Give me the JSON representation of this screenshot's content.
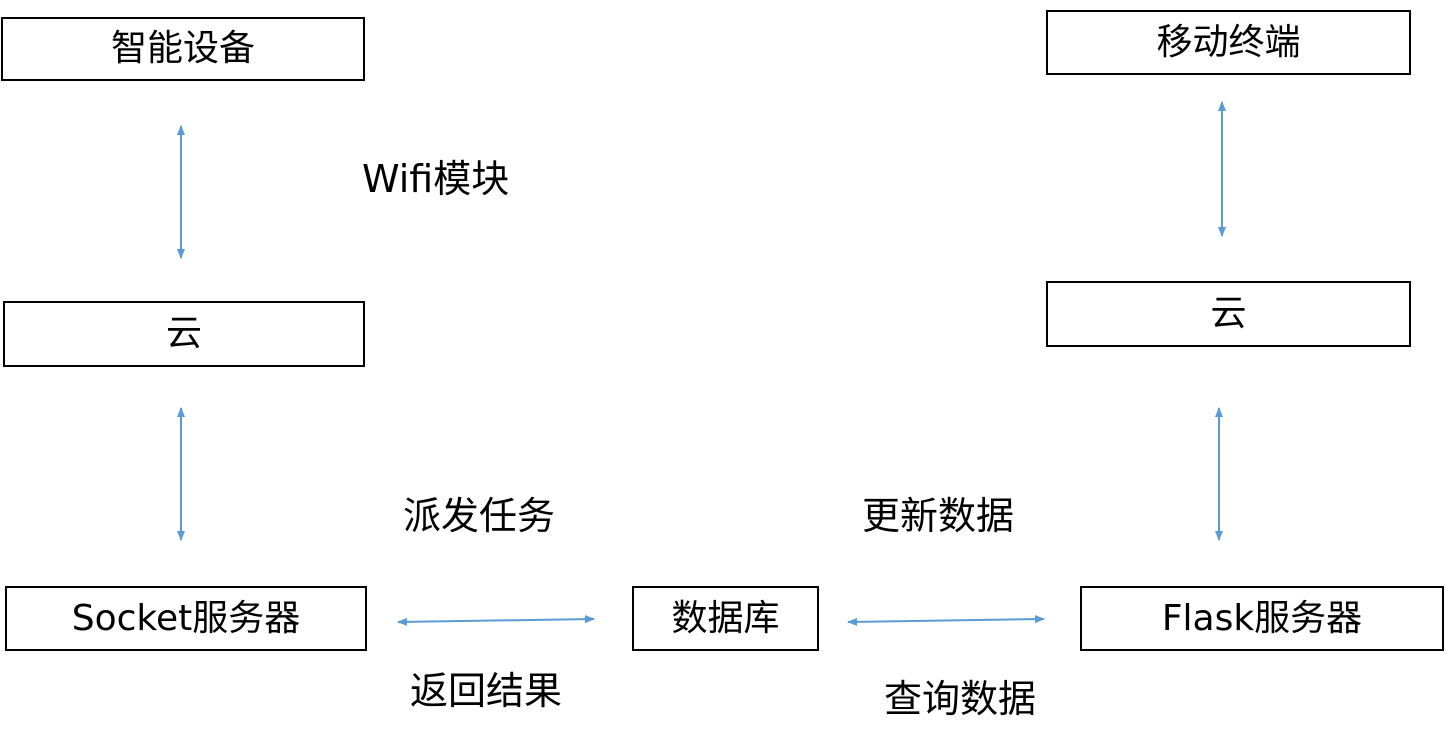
{
  "nodes": {
    "smart_device": "智能设备",
    "cloud_left": "云",
    "socket_server": "Socket服务器",
    "database": "数据库",
    "flask_server": "Flask服务器",
    "cloud_right": "云",
    "mobile_terminal": "移动终端"
  },
  "labels": {
    "wifi_module": "Wifi模块",
    "dispatch_task": "派发任务",
    "return_result": "返回结果",
    "update_data": "更新数据",
    "query_data": "查询数据"
  },
  "colors": {
    "arrow": "#5b9bd5",
    "box_border": "#000000"
  }
}
